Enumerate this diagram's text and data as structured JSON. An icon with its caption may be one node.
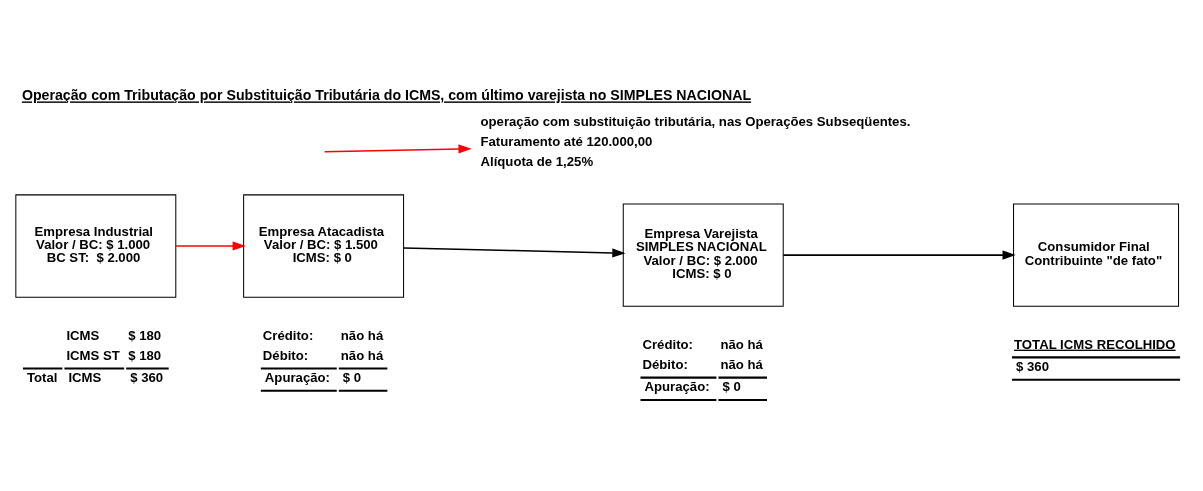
{
  "diagram": {
    "title": "Operação com Tributação por Substituição Tributária do ICMS, com último varejista no SIMPLES NACIONAL",
    "nodes": [
      {
        "text": [
          "Empresa Industrial",
          "Valor / BC: $ 1.000",
          "BC ST:  $ 2.000"
        ]
      },
      {
        "text": [
          "Empresa Atacadista",
          "Valor / BC: $ 1.500",
          "ICMS: $ 0"
        ]
      },
      {
        "text": [
          "Empresa Varejista",
          "SIMPLES NACIONAL",
          "Valor / BC: $ 2.000",
          "ICMS: $ 0"
        ]
      },
      {
        "text": [
          "Consumidor Final",
          "Contribuinte \"de fato\""
        ]
      }
    ],
    "edges": [
      {
        "from": 0,
        "to": 1,
        "arrow": "to",
        "color": "#ff0000"
      },
      {
        "from": 1,
        "to": 2,
        "arrow": "to"
      },
      {
        "from": 2,
        "to": 3,
        "arrow": "to"
      }
    ],
    "labels": [
      "Faturamento até 120.000,00",
      "Alíquota de 1,25%",
      "ICMS",
      "$ 180",
      "ICMS ST",
      "$ 180",
      "Total",
      "ICMS",
      "$ 360",
      "Crédito:",
      "não há",
      "Débito:",
      "não há",
      "Apuração:",
      "$ 0",
      "Crédito:",
      "não há",
      "Débito:",
      "não há",
      "Apuração:",
      "$ 0",
      "TOTAL ICMS RECOLHIDO",
      "$ 360"
    ],
    "legend": [
      {
        "text": "operação com substituição tributária, nas Operações Subseqüentes."
      }
    ]
  }
}
